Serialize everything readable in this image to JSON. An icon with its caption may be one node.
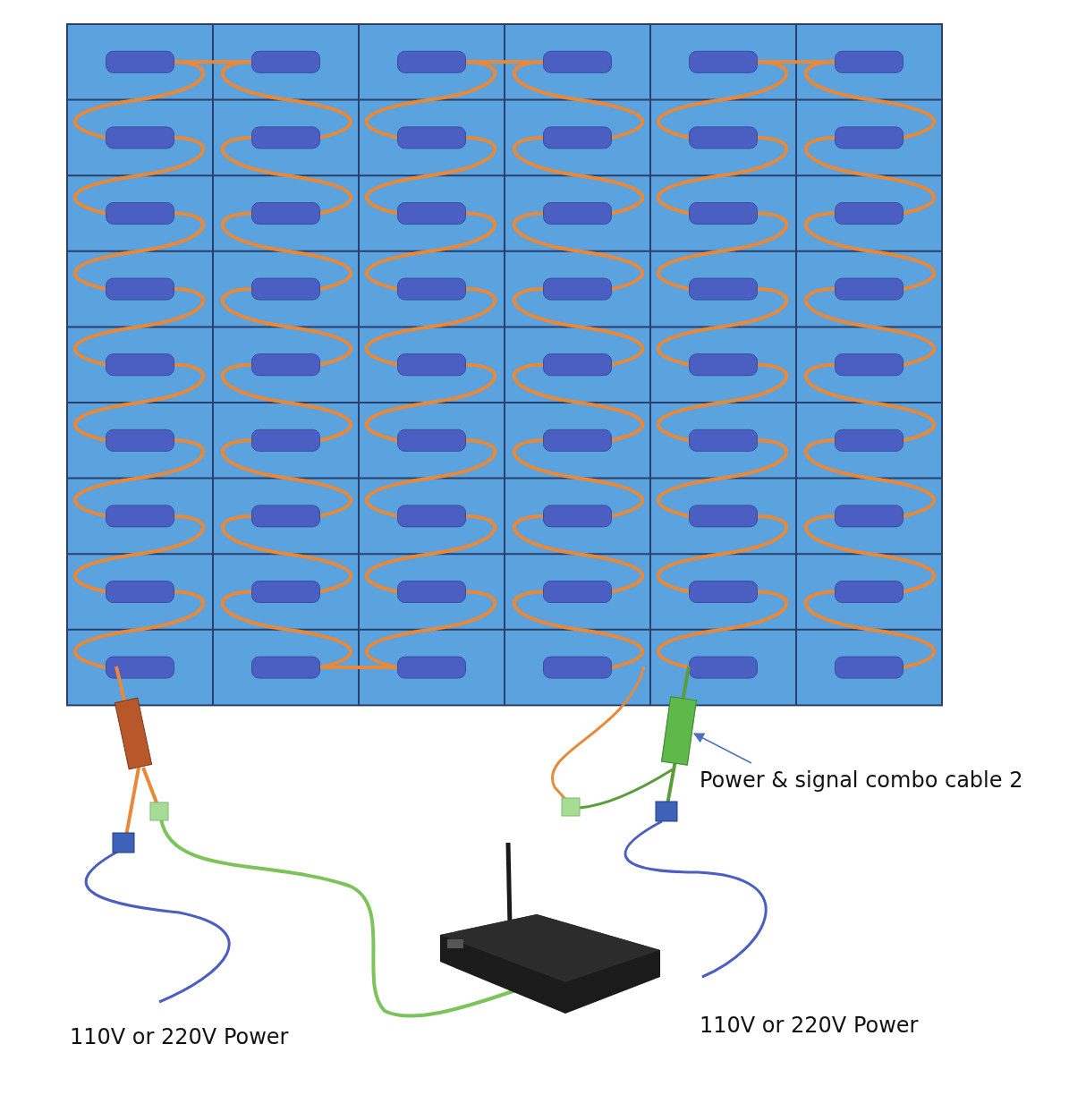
{
  "diagram": {
    "nodes": [
      {
        "text": [
          "Power & signal combo cable 2"
        ]
      },
      {
        "text": [],
        "shape": "bar"
      }
    ],
    "edges": [
      {
        "from": 0,
        "to": 1,
        "arrow": "to"
      }
    ],
    "labels": [
      "110V or 220V Power",
      "110V or 220V Power"
    ]
  }
}
